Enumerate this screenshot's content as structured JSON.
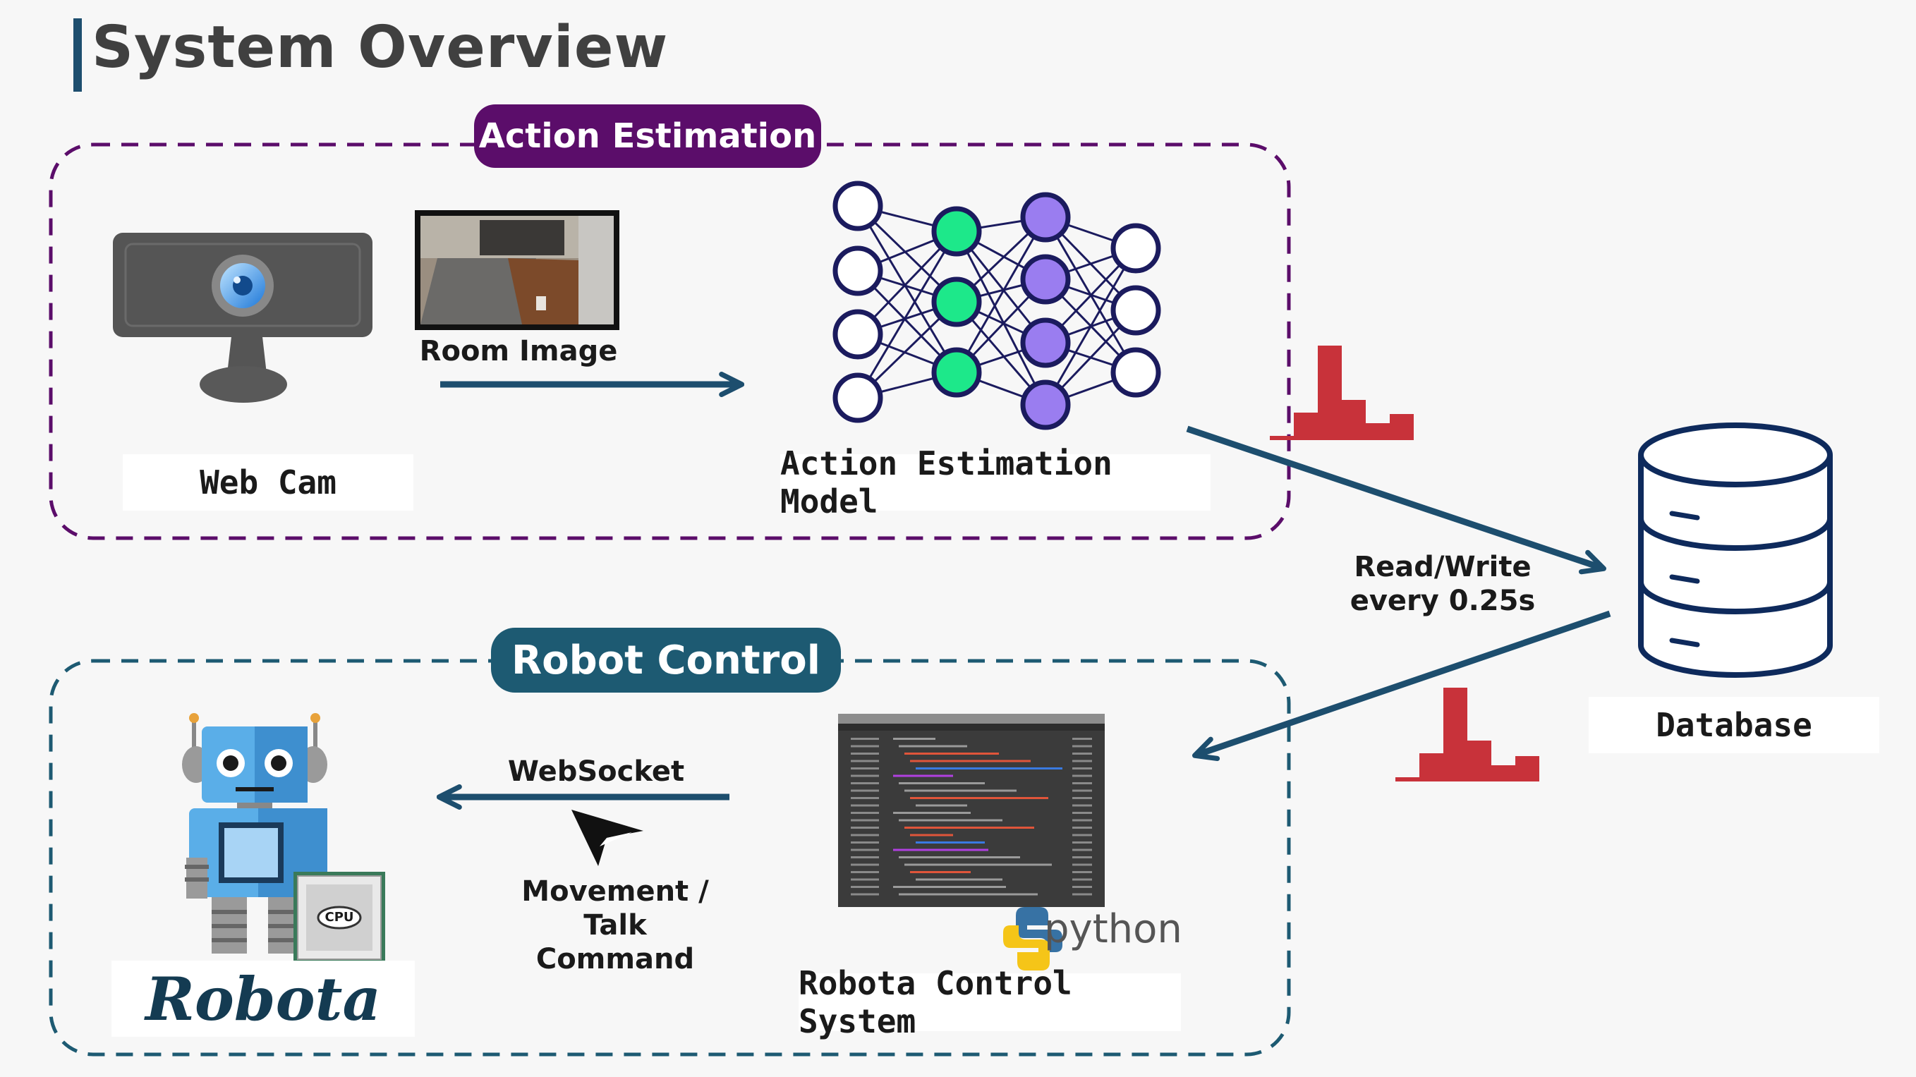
{
  "header": {
    "title": "System Overview"
  },
  "action_estimation": {
    "group_label": "Action Estimation",
    "webcam_label": "Web Cam",
    "image_label": "Room Image",
    "model_label": "Action Estimation Model"
  },
  "database": {
    "label": "Database",
    "read_write": [
      "Read/Write",
      "every 0.25s"
    ]
  },
  "robot_control": {
    "group_label": "Robot Control",
    "websocket_label": "WebSocket",
    "command_label": [
      "Movement /",
      "Talk",
      "Command"
    ],
    "system_label": "Robota Control System",
    "python_logo_text": "python",
    "robot_logo_text": "Robota",
    "cpu_text": "CPU"
  },
  "colors": {
    "action_group": "#5b0d6a",
    "robot_group": "#1d5a72",
    "arrow": "#1d4e6e",
    "histogram": "#c8323a",
    "nn_green": "#1de88a",
    "nn_purple": "#9a7df0"
  }
}
